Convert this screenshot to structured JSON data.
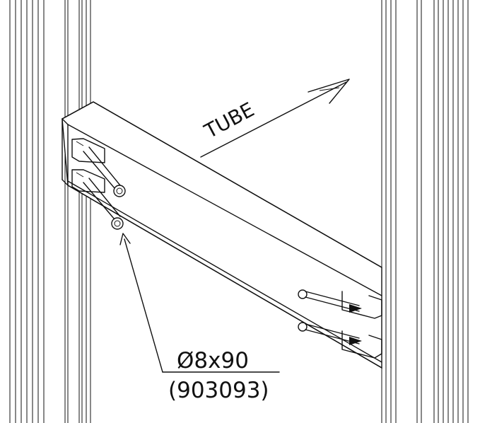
{
  "labels": {
    "direction": "TUBE",
    "dimension": "Ø8x90",
    "part_number": "(903093)"
  }
}
